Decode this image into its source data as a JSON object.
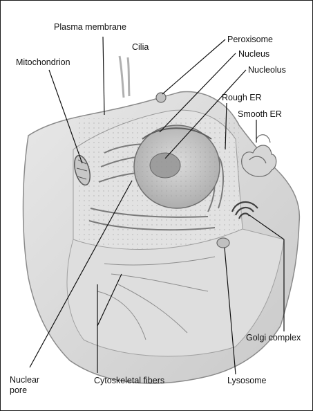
{
  "labels": {
    "plasma_membrane": "Plasma membrane",
    "cilia": "Cilia",
    "mitochondrion": "Mitochondrion",
    "peroxisome": "Peroxisome",
    "nucleus": "Nucleus",
    "nucleolus": "Nucleolus",
    "rough_er": "Rough ER",
    "smooth_er": "Smooth ER",
    "golgi_complex": "Golgi complex",
    "nuclear_pore": "Nuclear pore",
    "cytoskeletal_fibers": "Cytoskeletal fibers",
    "lysosome": "Lysosome"
  },
  "colors": {
    "cell_fill": "#d9d9d9",
    "cell_edge": "#8a8a8a",
    "nucleus_fill": "#c4c4c4",
    "leader_line": "#111111"
  }
}
